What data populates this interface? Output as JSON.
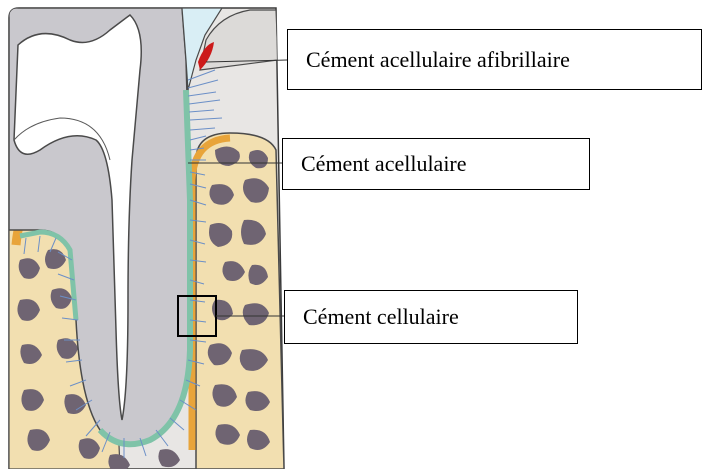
{
  "labels": {
    "acellular_afibrillar": "Cément acellulaire afibrillaire",
    "acellular": "Cément acellulaire",
    "cellular": "Cément cellulaire"
  },
  "colors": {
    "bone": "#f2dfb0",
    "bone_marrow": "#6f6472",
    "dentin": "#c9c8cd",
    "enamel": "#d9eef5",
    "pulp": "#ffffff",
    "cementum": "#7fc3a8",
    "periosteum": "#e8a43a",
    "ligament_fibers": "#6b8fc7",
    "red_spot": "#cc1a1a"
  }
}
